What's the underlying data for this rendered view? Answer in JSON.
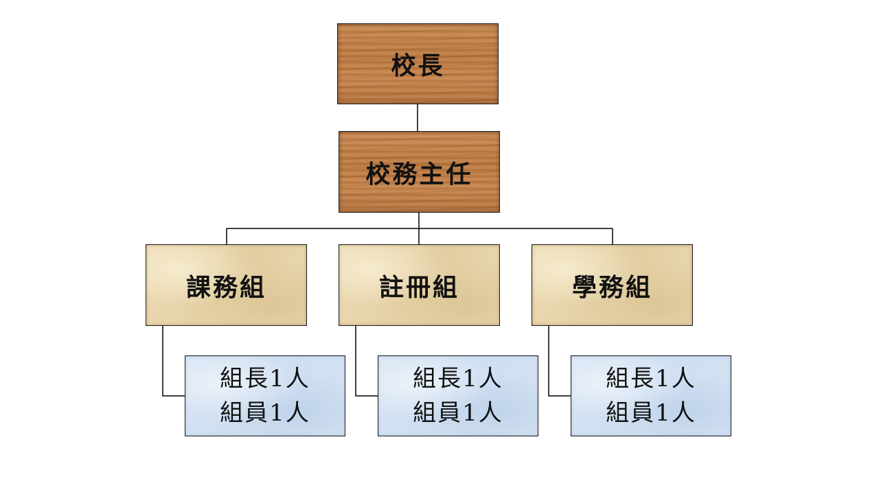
{
  "org_chart": {
    "principal": "校長",
    "director": "校務主任",
    "groups": [
      {
        "name": "課務組",
        "members": [
          "組長1人",
          "組員1人"
        ]
      },
      {
        "name": "註冊組",
        "members": [
          "組長1人",
          "組員1人"
        ]
      },
      {
        "name": "學務組",
        "members": [
          "組長1人",
          "組員1人"
        ]
      }
    ]
  },
  "colors": {
    "line": "#000000",
    "wood": "#c27f4b",
    "parchment": "#e8d5ad",
    "blue_texture": "#d3e1f2"
  }
}
